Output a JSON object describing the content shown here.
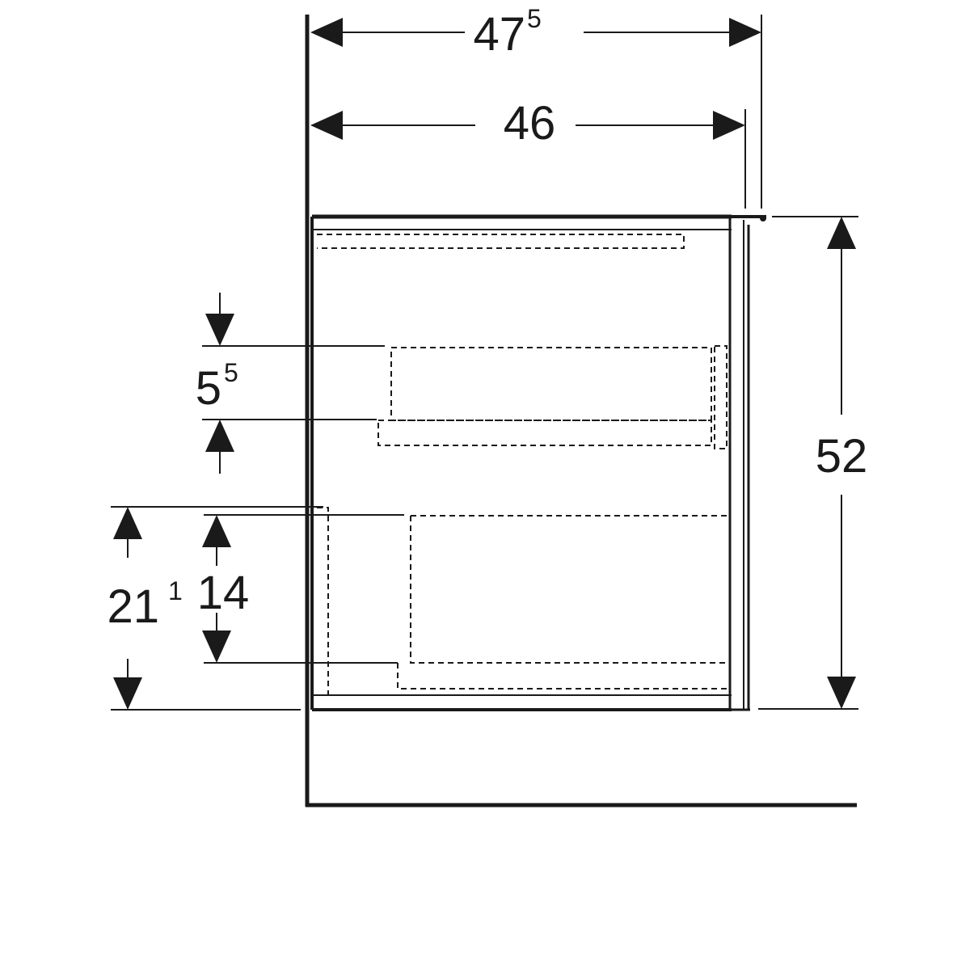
{
  "diagram": {
    "colors": {
      "ink": "#1a1a1a",
      "background": "#ffffff"
    },
    "dimensions": {
      "overall_width": {
        "main": "47",
        "sup": "5"
      },
      "inner_width": {
        "main": "46"
      },
      "height": {
        "main": "52"
      },
      "drawer_gap": {
        "main": "5",
        "sup": "5"
      },
      "lower_height": {
        "main": "21",
        "sup": "1"
      },
      "drawer_height": {
        "main": "14"
      }
    }
  }
}
